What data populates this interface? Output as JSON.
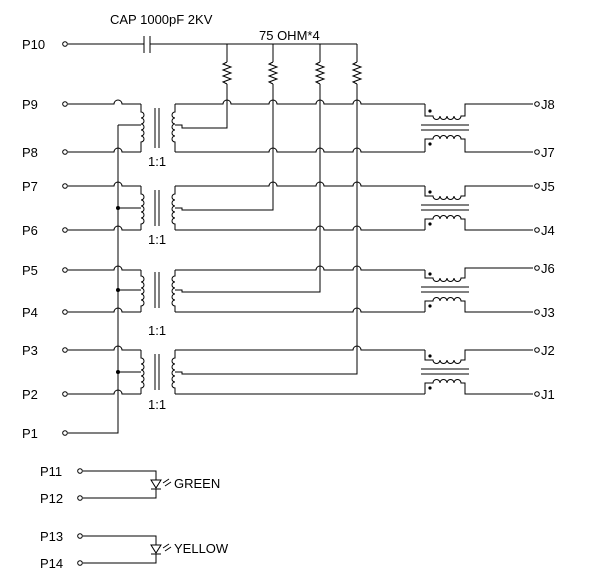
{
  "labels": {
    "cap": "CAP  1000pF  2KV",
    "res": "75  OHM*4",
    "ratio": "1:1",
    "green": "GREEN",
    "yellow": "YELLOW"
  },
  "pins_left": [
    {
      "name": "P10"
    },
    {
      "name": "P9"
    },
    {
      "name": "P8"
    },
    {
      "name": "P7"
    },
    {
      "name": "P6"
    },
    {
      "name": "P5"
    },
    {
      "name": "P4"
    },
    {
      "name": "P3"
    },
    {
      "name": "P2"
    },
    {
      "name": "P1"
    },
    {
      "name": "P11"
    },
    {
      "name": "P12"
    },
    {
      "name": "P13"
    },
    {
      "name": "P14"
    }
  ],
  "pins_right": [
    {
      "name": "J8"
    },
    {
      "name": "J7"
    },
    {
      "name": "J5"
    },
    {
      "name": "J4"
    },
    {
      "name": "J6"
    },
    {
      "name": "J3"
    },
    {
      "name": "J2"
    },
    {
      "name": "J1"
    }
  ],
  "colors": {
    "ink": "#000000",
    "background": "#ffffff"
  }
}
